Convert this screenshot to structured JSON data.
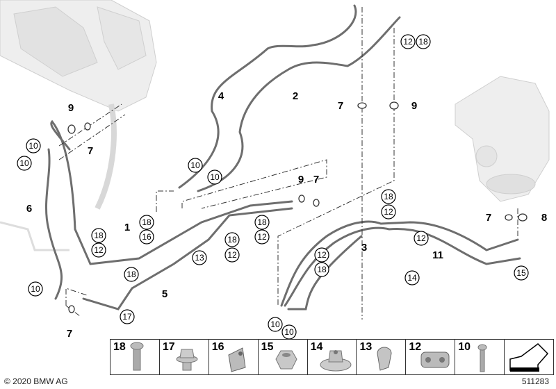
{
  "diagram": {
    "plain_labels": [
      "9",
      "7",
      "4",
      "2",
      "7",
      "9",
      "9",
      "7",
      "6",
      "1",
      "5",
      "7",
      "3",
      "11",
      "7",
      "8"
    ],
    "circled_labels": [
      "10",
      "10",
      "10",
      "10",
      "12",
      "18",
      "18",
      "16",
      "18",
      "12",
      "18",
      "12",
      "18",
      "12",
      "13",
      "18",
      "17",
      "10",
      "18",
      "12",
      "12",
      "18",
      "12",
      "14",
      "15",
      "10",
      "10"
    ]
  },
  "legend": {
    "items": [
      {
        "number": "18",
        "icon": "bolt-icon"
      },
      {
        "number": "17",
        "icon": "collar-nut-icon"
      },
      {
        "number": "16",
        "icon": "clip-nut-icon"
      },
      {
        "number": "15",
        "icon": "hex-nut-icon"
      },
      {
        "number": "14",
        "icon": "flange-nut-icon"
      },
      {
        "number": "13",
        "icon": "holder-clip-icon"
      },
      {
        "number": "12",
        "icon": "double-holder-icon"
      },
      {
        "number": "10",
        "icon": "screw-icon"
      },
      {
        "number": "",
        "icon": "direction-arrow-icon"
      }
    ]
  },
  "footer": {
    "copyright": "© 2020 BMW AG",
    "diagram_number": "511283"
  }
}
